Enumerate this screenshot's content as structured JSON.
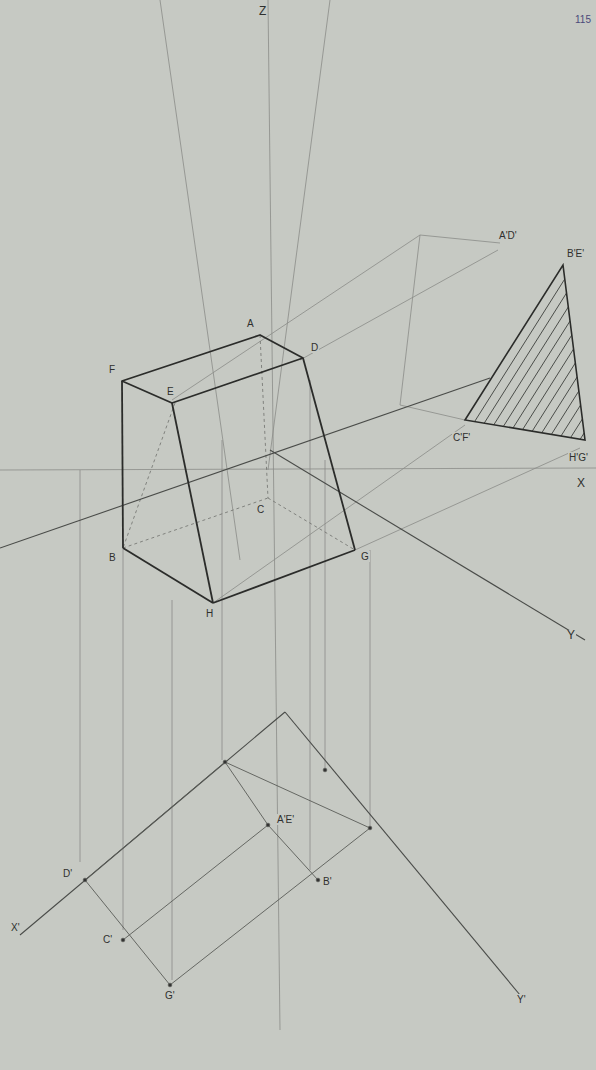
{
  "diagram": {
    "labels": [
      "115",
      "Z",
      "F",
      "E",
      "A",
      "D",
      "B",
      "H",
      "G",
      "C",
      "A'D'",
      "B'E'",
      "C'F'",
      "H'G'",
      "X",
      "Y",
      "A'E'",
      "B'",
      "D'",
      "C'",
      "G'",
      "X'",
      "Y'"
    ]
  }
}
